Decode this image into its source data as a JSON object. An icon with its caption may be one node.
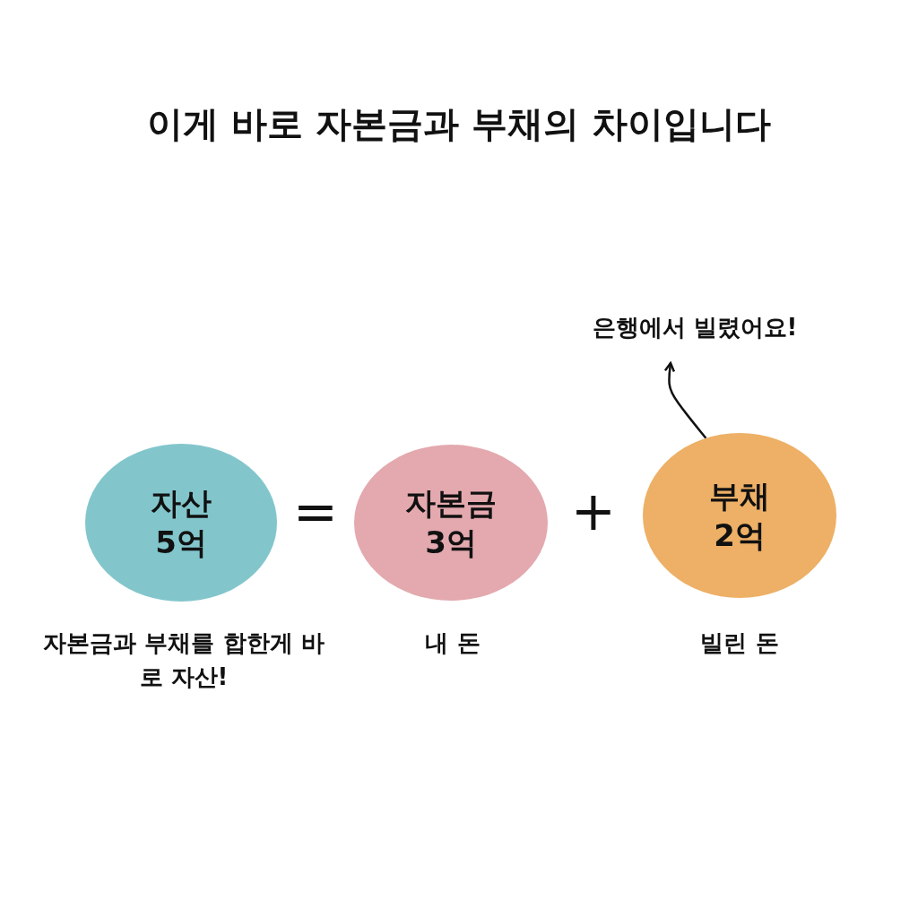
{
  "diagram": {
    "title": "이게 바로 자본금과 부채의 차이입니다",
    "nodes": [
      {
        "text": [
          "자산",
          "5억"
        ],
        "beside": [
          "자본금과 부채를 합한게 바로 자산!"
        ]
      },
      {
        "text": [
          "자본금",
          "3억"
        ],
        "beside": [
          "내 돈"
        ]
      },
      {
        "text": [
          "부채",
          "2억"
        ],
        "beside": [
          "빌린 돈"
        ]
      },
      {
        "text": [
          "은행에서 빌렸어요!"
        ]
      }
    ],
    "edges": [
      {
        "from": 2,
        "to": 3,
        "arrow": "to"
      }
    ],
    "labels": [
      "=",
      "+"
    ]
  }
}
